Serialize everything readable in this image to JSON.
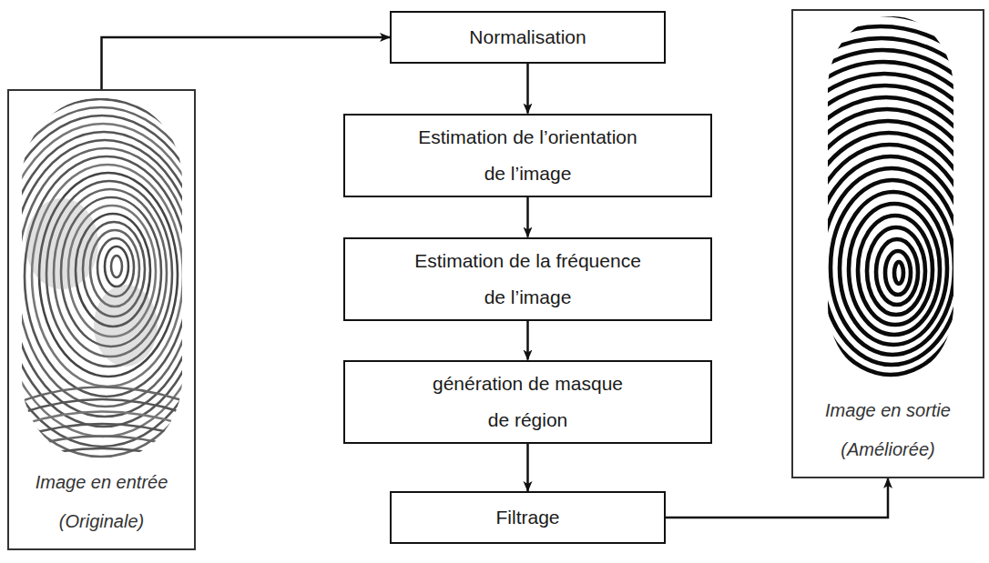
{
  "diagram": {
    "nodes": [
      {
        "text": [
          "Image en entrée (Originale)"
        ]
      },
      {
        "text": [
          "Normalisation"
        ]
      },
      {
        "text": [
          "Estimation de l’orientation de l’image"
        ]
      },
      {
        "text": [
          "Estimation de la fréquence de l’image"
        ]
      },
      {
        "text": [
          "génération de masque de région"
        ]
      },
      {
        "text": [
          "Filtrage"
        ]
      },
      {
        "text": [
          "Image en sortie (Améliorée)"
        ]
      }
    ],
    "edges": [
      {
        "from": 0,
        "to": 1,
        "arrow": "to"
      },
      {
        "from": 1,
        "to": 2,
        "arrow": "to"
      },
      {
        "from": 2,
        "to": 3,
        "arrow": "to"
      },
      {
        "from": 3,
        "to": 4,
        "arrow": "to"
      },
      {
        "from": 4,
        "to": 5,
        "arrow": "to"
      },
      {
        "from": 5,
        "to": 6,
        "arrow": "to"
      }
    ]
  }
}
